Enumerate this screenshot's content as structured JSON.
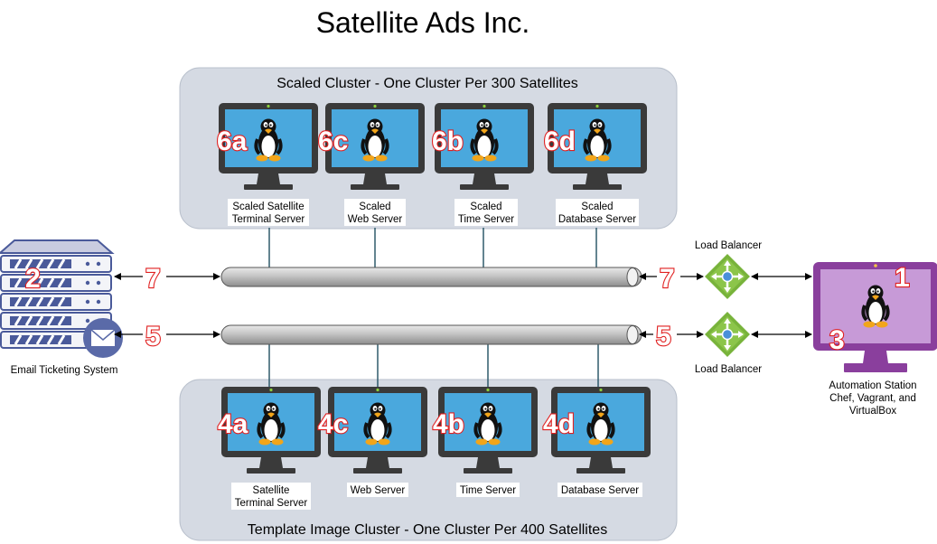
{
  "title": "Satellite Ads Inc.",
  "scaled_cluster": {
    "title": "Scaled Cluster - One Cluster Per 300 Satellites",
    "servers": [
      {
        "badge": "6a",
        "label_line1": "Scaled Satellite",
        "label_line2": "Terminal Server"
      },
      {
        "badge": "6c",
        "label_line1": "Scaled",
        "label_line2": "Web Server"
      },
      {
        "badge": "6b",
        "label_line1": "Scaled",
        "label_line2": "Time Server"
      },
      {
        "badge": "6d",
        "label_line1": "Scaled",
        "label_line2": "Database Server"
      }
    ]
  },
  "template_cluster": {
    "title": "Template Image Cluster - One Cluster Per 400 Satellites",
    "servers": [
      {
        "badge": "4a",
        "label_line1": "Satellite",
        "label_line2": "Terminal Server"
      },
      {
        "badge": "4c",
        "label_line1": "Web Server",
        "label_line2": ""
      },
      {
        "badge": "4b",
        "label_line1": "Time Server",
        "label_line2": ""
      },
      {
        "badge": "4d",
        "label_line1": "Database Server",
        "label_line2": ""
      }
    ]
  },
  "email_system": {
    "badge": "2",
    "label": "Email Ticketing System"
  },
  "automation_station": {
    "badge_top": "1",
    "badge_bottom": "3",
    "label_line1": "Automation Station",
    "label_line2": "Chef, Vagrant, and",
    "label_line3": "VirtualBox"
  },
  "load_balancers": [
    {
      "label": "Load Balancer"
    },
    {
      "label": "Load Balancer"
    }
  ],
  "links": {
    "upper_left_badge": "7",
    "upper_right_badge": "7",
    "lower_left_badge": "5",
    "lower_right_badge": "5"
  },
  "colors": {
    "cluster_fill": "#d5dae3",
    "cluster_stroke": "#b9c0cc",
    "monitor_body": "#3a3a3a",
    "monitor_screen": "#4aa8dd",
    "automation_body": "#8a3f9d",
    "automation_screen": "#c79ad7",
    "load_balancer": "#78b33b",
    "badge_red": "#e02020",
    "pipe": "#b9b9b9"
  }
}
